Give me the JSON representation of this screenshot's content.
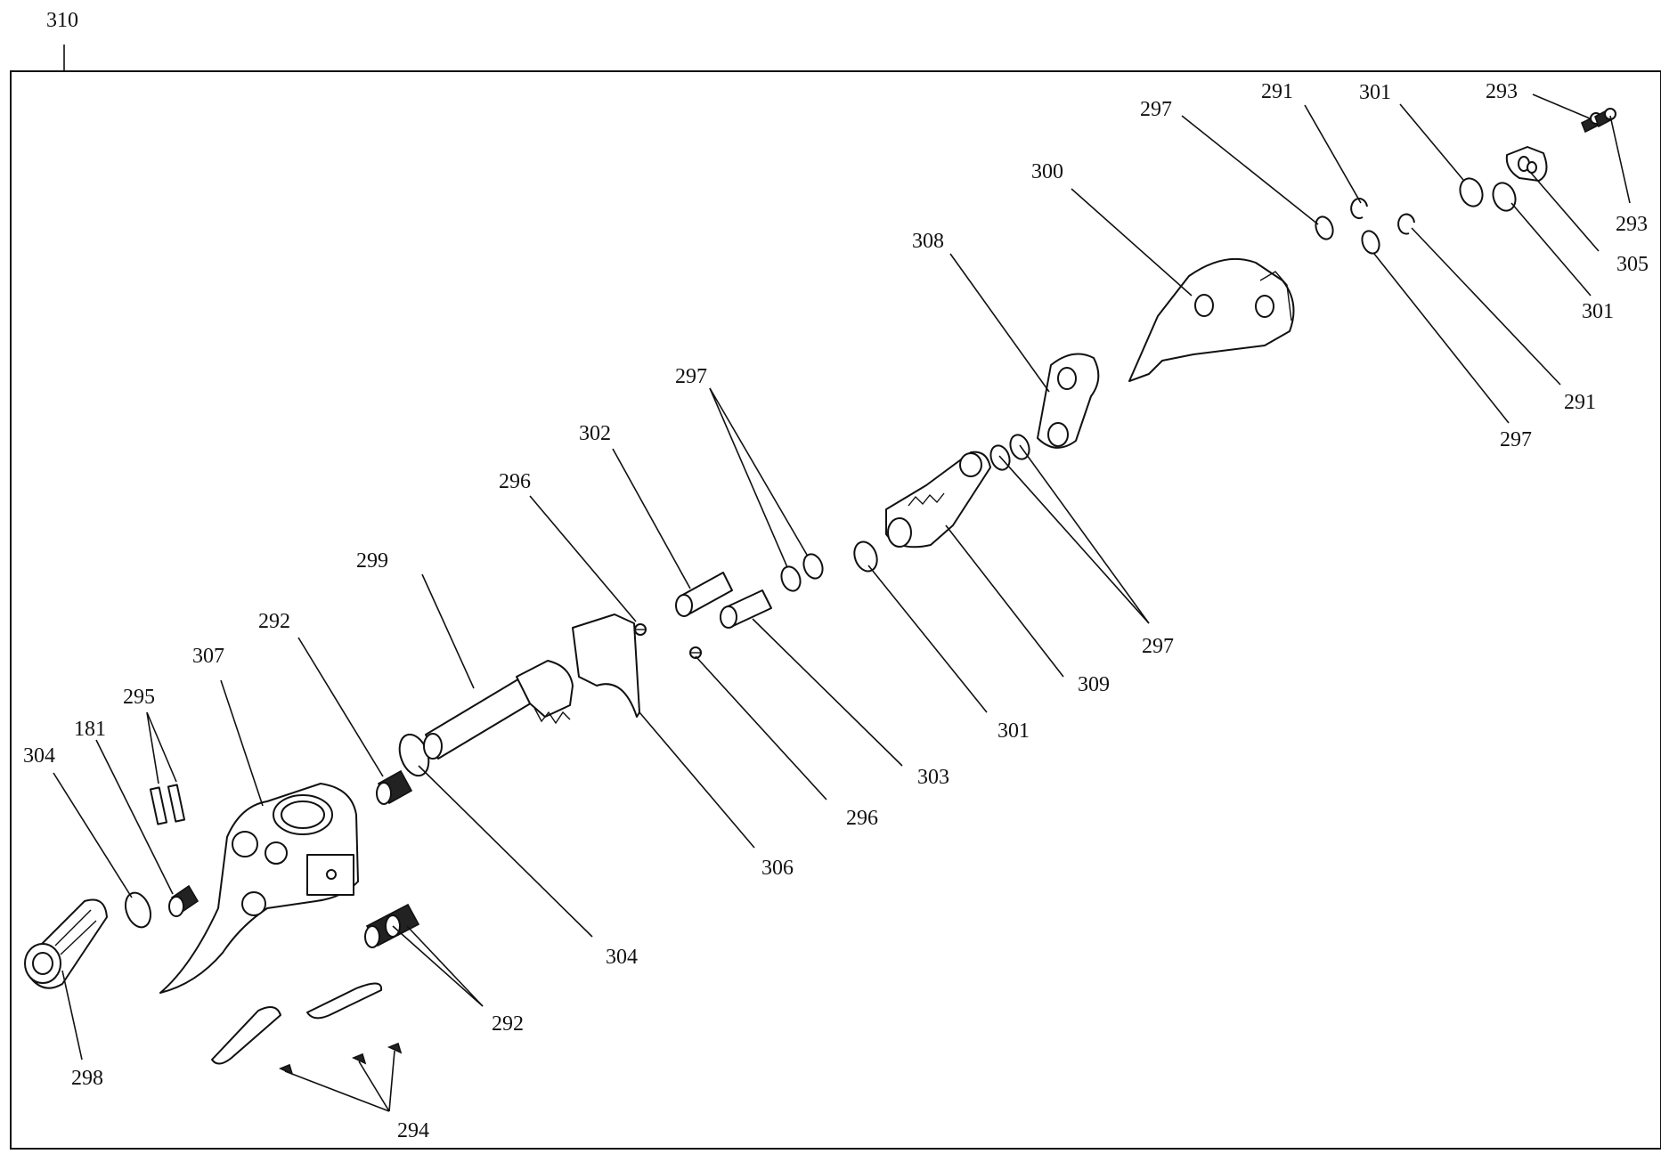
{
  "assembly": {
    "number": "310"
  },
  "colors": {
    "line": "#111111",
    "background": "#ffffff"
  },
  "callouts": [
    {
      "id": "c310",
      "label": "310"
    },
    {
      "id": "c297a",
      "label": "297"
    },
    {
      "id": "c291a",
      "label": "291"
    },
    {
      "id": "c301a",
      "label": "301"
    },
    {
      "id": "c293a",
      "label": "293"
    },
    {
      "id": "c293b",
      "label": "293"
    },
    {
      "id": "c305",
      "label": "305"
    },
    {
      "id": "c301b",
      "label": "301"
    },
    {
      "id": "c300",
      "label": "300"
    },
    {
      "id": "c308",
      "label": "308"
    },
    {
      "id": "c291b",
      "label": "291"
    },
    {
      "id": "c297b",
      "label": "297"
    },
    {
      "id": "c297c",
      "label": "297"
    },
    {
      "id": "c302",
      "label": "302"
    },
    {
      "id": "c296a",
      "label": "296"
    },
    {
      "id": "c299",
      "label": "299"
    },
    {
      "id": "c292a",
      "label": "292"
    },
    {
      "id": "c307",
      "label": "307"
    },
    {
      "id": "c295",
      "label": "295"
    },
    {
      "id": "c181",
      "label": "181"
    },
    {
      "id": "c304a",
      "label": "304"
    },
    {
      "id": "c297d",
      "label": "297"
    },
    {
      "id": "c309",
      "label": "309"
    },
    {
      "id": "c301c",
      "label": "301"
    },
    {
      "id": "c303",
      "label": "303"
    },
    {
      "id": "c296b",
      "label": "296"
    },
    {
      "id": "c306",
      "label": "306"
    },
    {
      "id": "c304b",
      "label": "304"
    },
    {
      "id": "c292b",
      "label": "292"
    },
    {
      "id": "c298",
      "label": "298"
    },
    {
      "id": "c294",
      "label": "294"
    }
  ]
}
